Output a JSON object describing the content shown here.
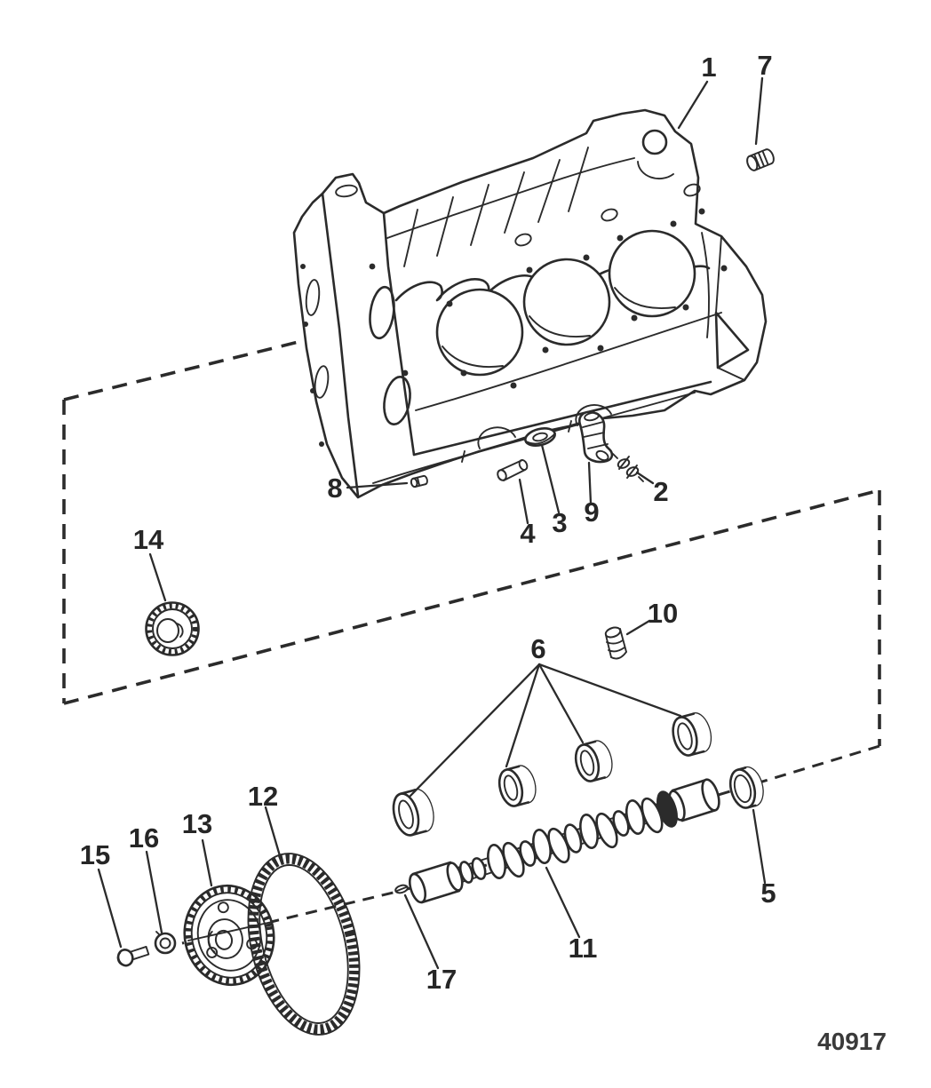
{
  "figure": {
    "drawing_number": "40917",
    "callouts": {
      "c1": "1",
      "c2": "2",
      "c3": "3",
      "c4": "4",
      "c5": "5",
      "c6": "6",
      "c7": "7",
      "c8": "8",
      "c9": "9",
      "c10": "10",
      "c11": "11",
      "c12": "12",
      "c13": "13",
      "c14": "14",
      "c15": "15",
      "c16": "16",
      "c17": "17"
    }
  }
}
